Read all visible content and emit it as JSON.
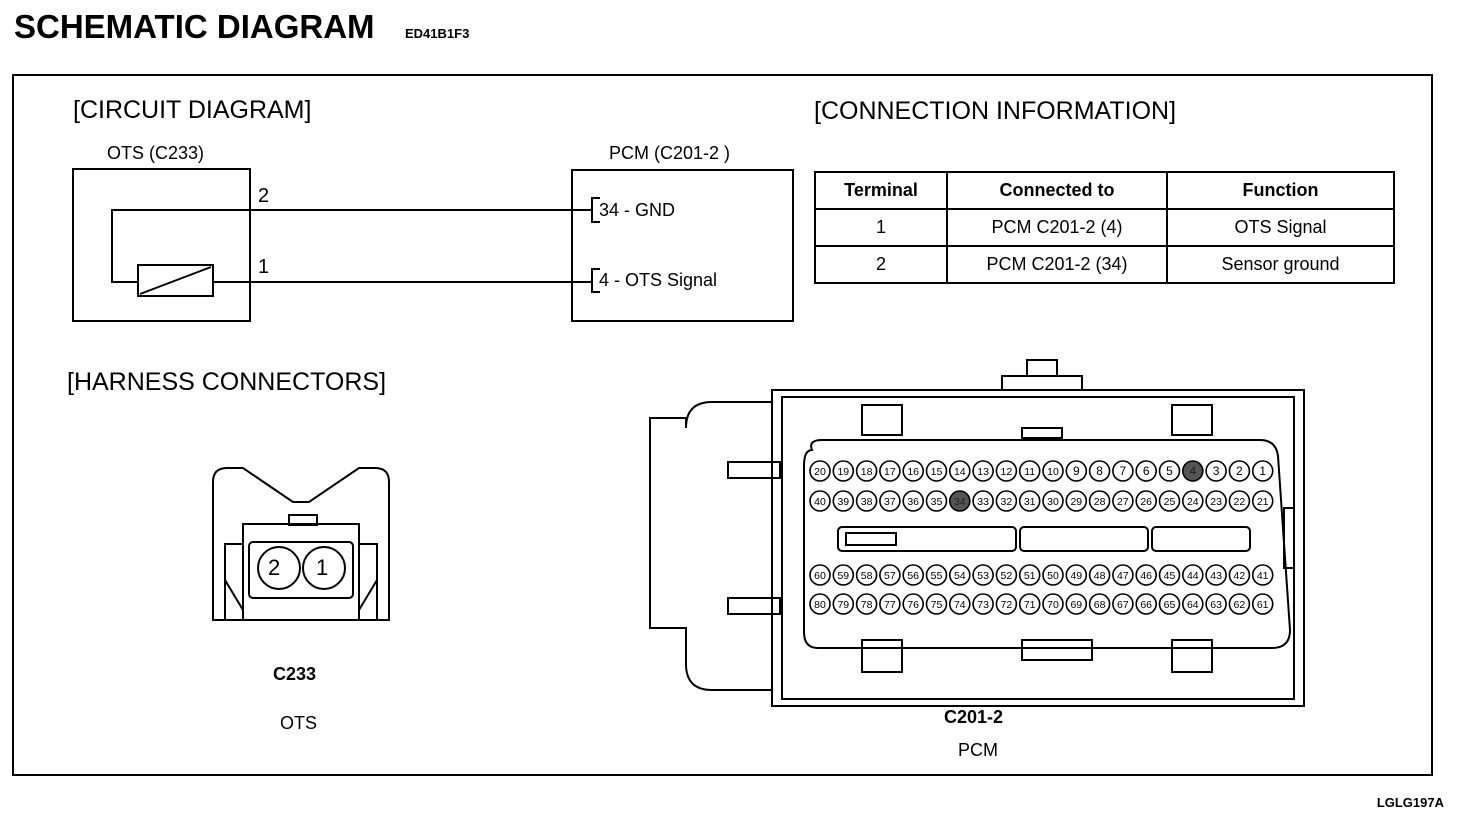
{
  "header": {
    "title": "SCHEMATIC DIAGRAM",
    "code": "ED41B1F3"
  },
  "circuit": {
    "section_title": "[CIRCUIT DIAGRAM]",
    "ots_label": "OTS (C233)",
    "pcm_label": "PCM (C201-2 )",
    "ots_pin_top": "2",
    "ots_pin_bottom": "1",
    "pcm_pin_top": "34 - GND",
    "pcm_pin_bottom": "4 - OTS Signal"
  },
  "connection": {
    "section_title": "[CONNECTION INFORMATION]",
    "columns": [
      "Terminal",
      "Connected to",
      "Function"
    ],
    "rows": [
      [
        "1",
        "PCM C201-2 (4)",
        "OTS Signal"
      ],
      [
        "2",
        "PCM C201-2 (34)",
        "Sensor ground"
      ]
    ]
  },
  "harness": {
    "section_title": "[HARNESS CONNECTORS]",
    "c233": {
      "pins": [
        "2",
        "1"
      ],
      "name": "C233",
      "desc": "OTS"
    },
    "c201": {
      "name": "C201-2",
      "desc": "PCM",
      "rows": [
        [
          "20",
          "19",
          "18",
          "17",
          "16",
          "15",
          "14",
          "13",
          "12",
          "11",
          "10",
          "9",
          "8",
          "7",
          "6",
          "5",
          "4",
          "3",
          "2",
          "1"
        ],
        [
          "40",
          "39",
          "38",
          "37",
          "36",
          "35",
          "34",
          "33",
          "32",
          "31",
          "30",
          "29",
          "28",
          "27",
          "26",
          "25",
          "24",
          "23",
          "22",
          "21"
        ],
        [
          "60",
          "59",
          "58",
          "57",
          "56",
          "55",
          "54",
          "53",
          "52",
          "51",
          "50",
          "49",
          "48",
          "47",
          "46",
          "45",
          "44",
          "43",
          "42",
          "41"
        ],
        [
          "80",
          "79",
          "78",
          "77",
          "76",
          "75",
          "74",
          "73",
          "72",
          "71",
          "70",
          "69",
          "68",
          "67",
          "66",
          "65",
          "64",
          "63",
          "62",
          "61"
        ]
      ],
      "highlighted_pins": [
        "4",
        "34"
      ]
    }
  },
  "footer": {
    "code": "LGLG197A"
  }
}
